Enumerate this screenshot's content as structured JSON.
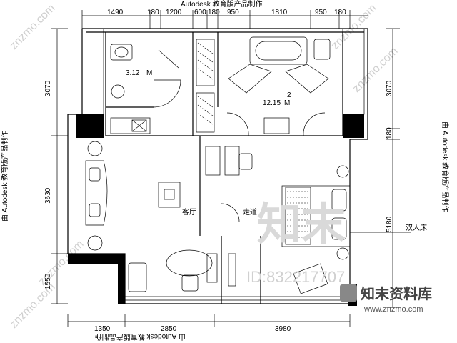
{
  "top_note": "Autodesk 教育版产品制作",
  "bottom_note": "由 Autodesk 教育版产品制作",
  "left_note": "由 Autodesk 教育版产品制作",
  "right_note": "由 Autodesk 教育版产品制作",
  "top_dims": [
    "1490",
    "180",
    "1200",
    "600",
    "180",
    "950",
    "1810",
    "950",
    "180"
  ],
  "bottom_dims": [
    "1350",
    "2850",
    "3980"
  ],
  "left_dims": [
    "3070",
    "3630",
    "1550"
  ],
  "right_dims": [
    "3070",
    "180",
    "5180"
  ],
  "rooms": {
    "area_small": "3.12",
    "area_small_unit": "M",
    "area_large": "12.15",
    "area_large_unit": "M",
    "area_sup": "2",
    "living": "客厅",
    "corridor": "走道",
    "callout": "双人床"
  },
  "watermarks": {
    "logo": "知末",
    "id": "ID:832217707",
    "brand": "知末资料库",
    "url": "www.znzmo.com",
    "diag": "znzmo.com"
  }
}
